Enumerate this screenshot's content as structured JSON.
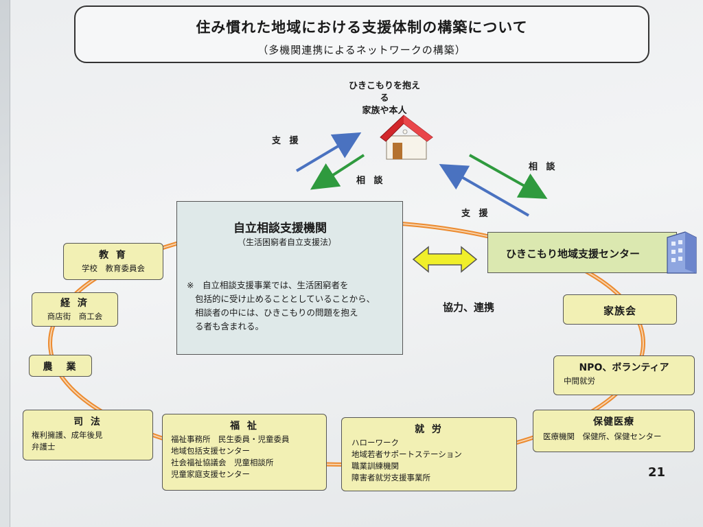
{
  "title": {
    "main": "住み慣れた地域における支援体制の構築について",
    "sub": "（多機関連携によるネットワークの構築）"
  },
  "family": {
    "line1": "ひきこもりを抱える",
    "line2": "家族や本人"
  },
  "arrows": {
    "left_support": "支 援",
    "left_consult": "相 談",
    "right_consult": "相 談",
    "right_support": "支 援"
  },
  "center": {
    "title": "自立相談支援機関",
    "subtitle": "（生活困窮者自立支援法）",
    "note_line1": "※　自立相談支援事業では、生活困窮者を",
    "note_line2": "包括的に受け止めることとしていることから、",
    "note_line3": "相談者の中には、ひきこもりの問題を抱え",
    "note_line4": "る者も含まれる。"
  },
  "hikikomori_center": "ひきこもり地域支援センター",
  "cooperation": "協力、連携",
  "nodes": {
    "education": {
      "heading": "教 育",
      "text": "学校　教育委員会"
    },
    "economy": {
      "heading": "経 済",
      "text": "商店街　商工会"
    },
    "agriculture": {
      "heading": "農　業"
    },
    "judiciary": {
      "heading": "司 法",
      "line1": "権利擁護、成年後見",
      "line2": "弁護士"
    },
    "welfare": {
      "heading": "福 祉",
      "line1": "福祉事務所　民生委員・児童委員",
      "line2": "地域包括支援センター",
      "line3": "社会福祉協議会　児童相談所",
      "line4": "児童家庭支援センター"
    },
    "employment": {
      "heading": "就 労",
      "line1": "ハローワーク",
      "line2": "地域若者サポートステーション",
      "line3": "職業訓練機関",
      "line4": "障害者就労支援事業所"
    },
    "family_association": {
      "heading": "家族会"
    },
    "npo": {
      "heading": "NPO、ボランティア",
      "text": "中間就労"
    },
    "health": {
      "heading": "保健医療",
      "text": "医療機関　保健所、保健センター"
    }
  },
  "page_number": "21",
  "colors": {
    "ring_orange": "#ec8a2e",
    "box_yellow": "#f2f0b4",
    "center_box": "#dfe9e9",
    "hiki_box": "#dbe8b0",
    "arrow_blue": "#4a72c0",
    "arrow_green": "#2f9a3e",
    "double_arrow_yellow": "#f0ef2a",
    "house_roof": "#d2272b"
  }
}
